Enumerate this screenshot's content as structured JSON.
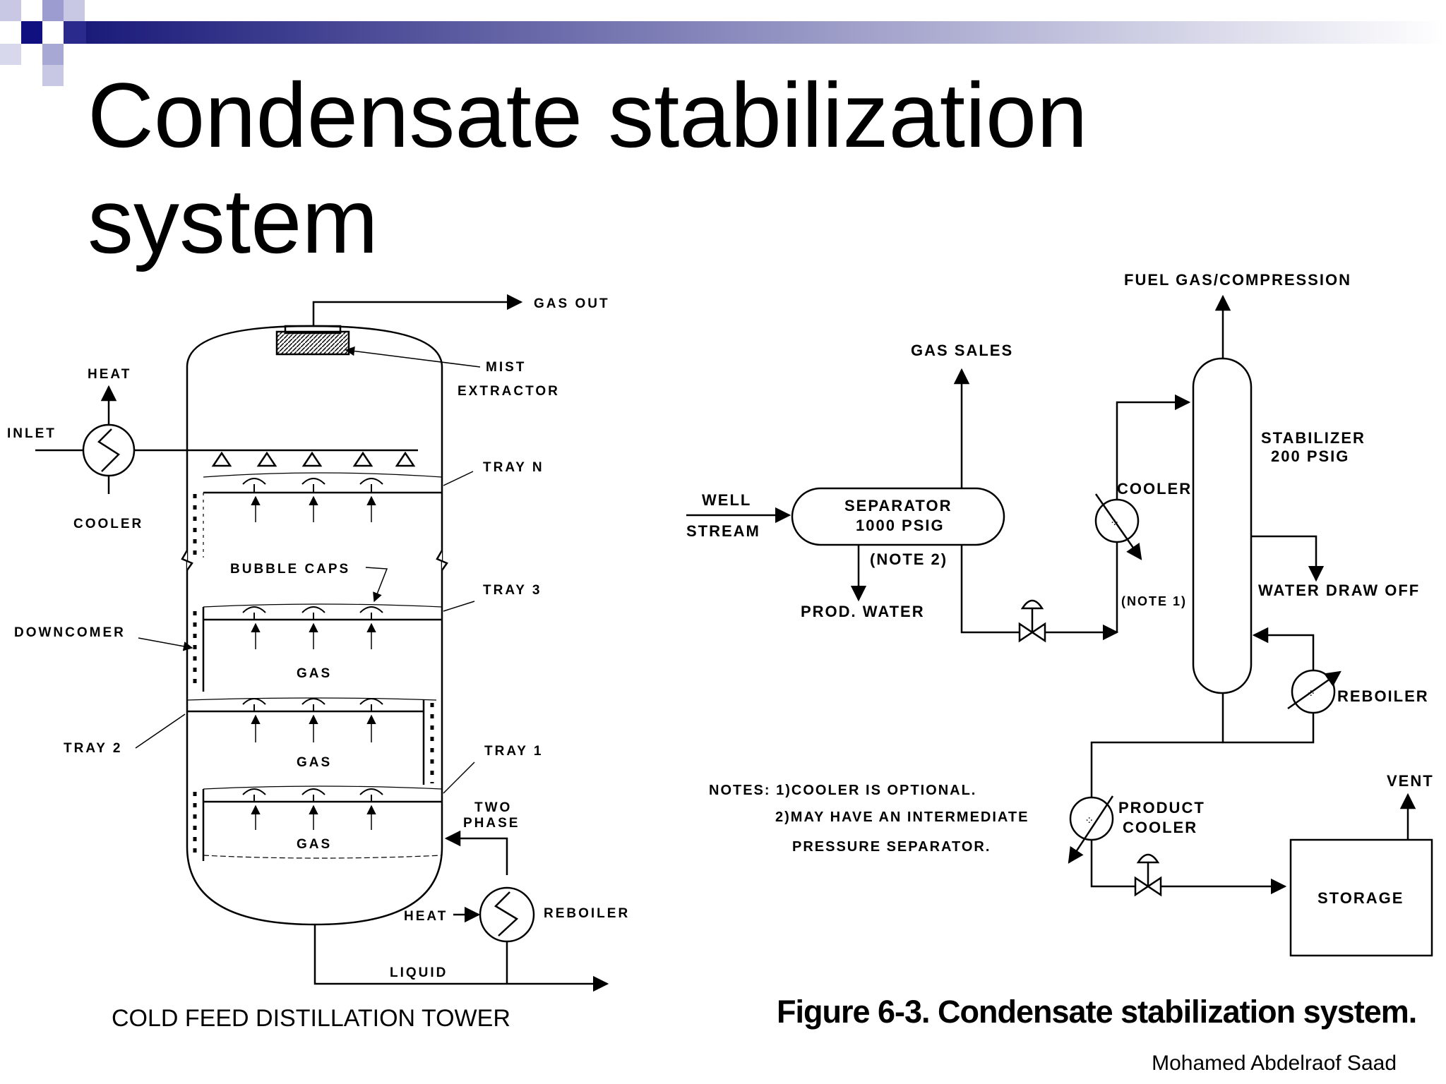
{
  "slide": {
    "title_line1": "Condensate stabilization",
    "title_line2": "system",
    "author": "Mohamed Abdelraof Saad"
  },
  "left_diagram": {
    "caption": "COLD FEED DISTILLATION TOWER",
    "labels": {
      "gas_out": "GAS OUT",
      "mist": "MIST",
      "extractor": "EXTRACTOR",
      "heat_top": "HEAT",
      "inlet": "INLET",
      "cooler": "COOLER",
      "tray_n": "TRAY N",
      "bubble_caps": "BUBBLE CAPS",
      "tray_3": "TRAY 3",
      "downcomer": "DOWNCOMER",
      "gas_1": "GAS",
      "tray_2": "TRAY 2",
      "tray_1": "TRAY 1",
      "gas_2": "GAS",
      "two": "TWO",
      "phase": "PHASE",
      "gas_3": "GAS",
      "heat_bottom": "HEAT",
      "reboiler": "REBOILER",
      "liquid": "LIQUID"
    }
  },
  "right_diagram": {
    "caption": "Figure 6-3. Condensate stabilization system.",
    "labels": {
      "fuel_gas": "FUEL GAS/COMPRESSION",
      "gas_sales": "GAS SALES",
      "well": "WELL",
      "stream": "STREAM",
      "separator": "SEPARATOR",
      "separator_psig": "1000 PSIG",
      "note2": "(NOTE 2)",
      "prod_water": "PROD. WATER",
      "cooler": "COOLER",
      "note1": "(NOTE 1)",
      "stabilizer": "STABILIZER",
      "stabilizer_psig": "200 PSIG",
      "water_draw_off": "WATER DRAW OFF",
      "reboiler": "REBOILER",
      "notes_1": "NOTES: 1)COOLER IS OPTIONAL.",
      "notes_2": "2)MAY HAVE AN INTERMEDIATE",
      "notes_3": "PRESSURE SEPARATOR.",
      "product": "PRODUCT",
      "product_cooler": "COOLER",
      "vent": "VENT",
      "storage": "STORAGE"
    }
  },
  "colors": {
    "header_dark": "#1a1a7a",
    "header_light": "#ffffff",
    "square_dark": "#101080",
    "square_light": "#b8b8dc"
  }
}
